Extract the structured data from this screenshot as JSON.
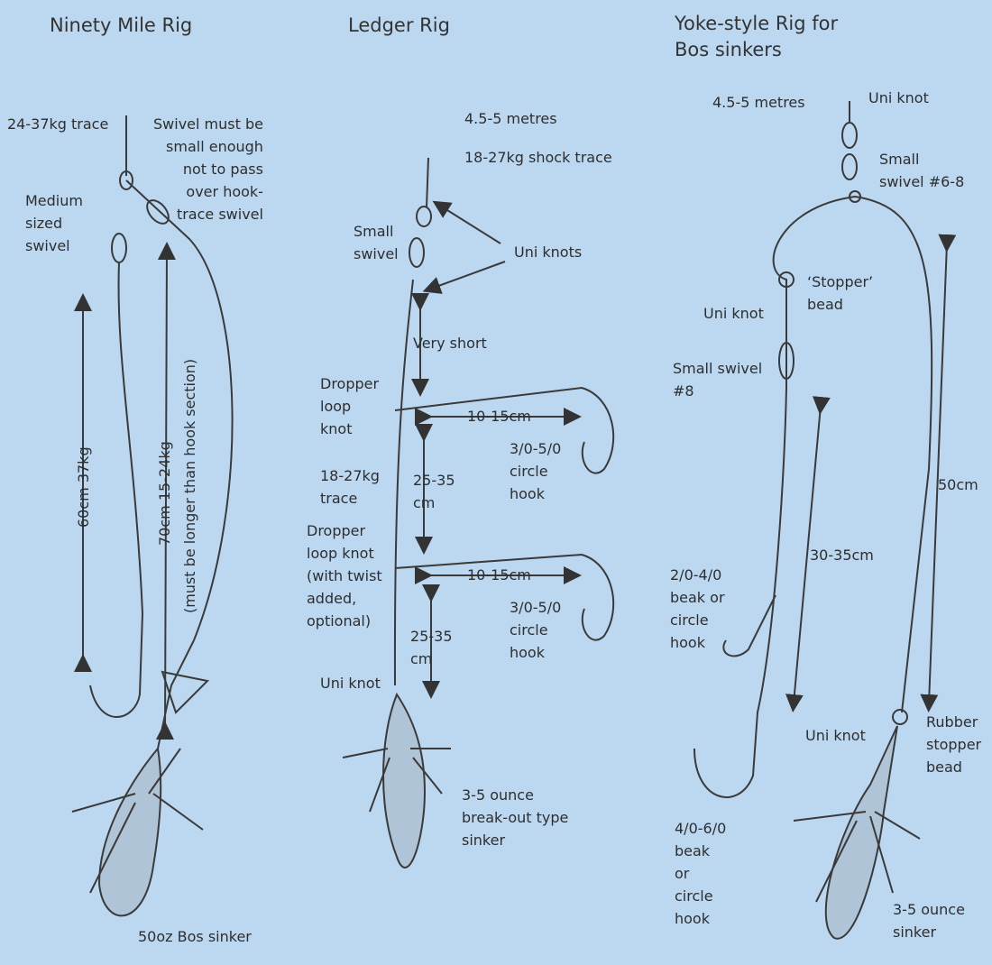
{
  "colors": {
    "background": "#bcd8f1",
    "ink": "#2e2e2e"
  },
  "ninety": {
    "title": "Ninety Mile Rig",
    "trace": "24-37kg trace",
    "swivel_note": "Swivel must be\nsmall enough\nnot to pass\nover hook-\ntrace swivel",
    "medium_swivel": "Medium\nsized\nswivel",
    "hook_length": "60cm 37kg",
    "sinker_length": "70cm 15-24kg",
    "sinker_note": "(must be longer than hook section)",
    "sinker": "50oz Bos sinker"
  },
  "ledger": {
    "title": "Ledger Rig",
    "length": "4.5-5 metres",
    "shock": "18-27kg shock trace",
    "small_swivel": "Small\nswivel",
    "uni_knots": "Uni knots",
    "very_short": "Very short",
    "dropper1": "Dropper\nloop\nknot",
    "dropper1_len": "10-15cm",
    "hook1": "3/0-5/0\ncircle\nhook",
    "trace": "18-27kg\ntrace",
    "spacing1": "25-35\ncm",
    "dropper2": "Dropper\nloop knot\n(with twist\nadded,\noptional)",
    "dropper2_len": "10-15cm",
    "hook2": "3/0-5/0\ncircle\nhook",
    "spacing2": "25-35\ncm",
    "uni_knot": "Uni knot",
    "sinker": "3-5 ounce\nbreak-out type\nsinker"
  },
  "yoke": {
    "title": "Yoke-style Rig for\nBos sinkers",
    "length": "4.5-5 metres",
    "uni_knot_top": "Uni knot",
    "small_swivel_top": "Small\nswivel #6-8",
    "stopper": "‘Stopper’\nbead",
    "uni_knot_mid": "Uni knot",
    "small_swivel_8": "Small swivel\n#8",
    "len_50": "50cm",
    "len_30": "30-35cm",
    "hook_small": "2/0-4/0\nbeak or\ncircle\nhook",
    "uni_knot_low": "Uni knot",
    "rubber": "Rubber\nstopper\nbead",
    "hook_big": "4/0-6/0\nbeak\nor\ncircle\nhook",
    "sinker": "3-5 ounce\nsinker"
  }
}
